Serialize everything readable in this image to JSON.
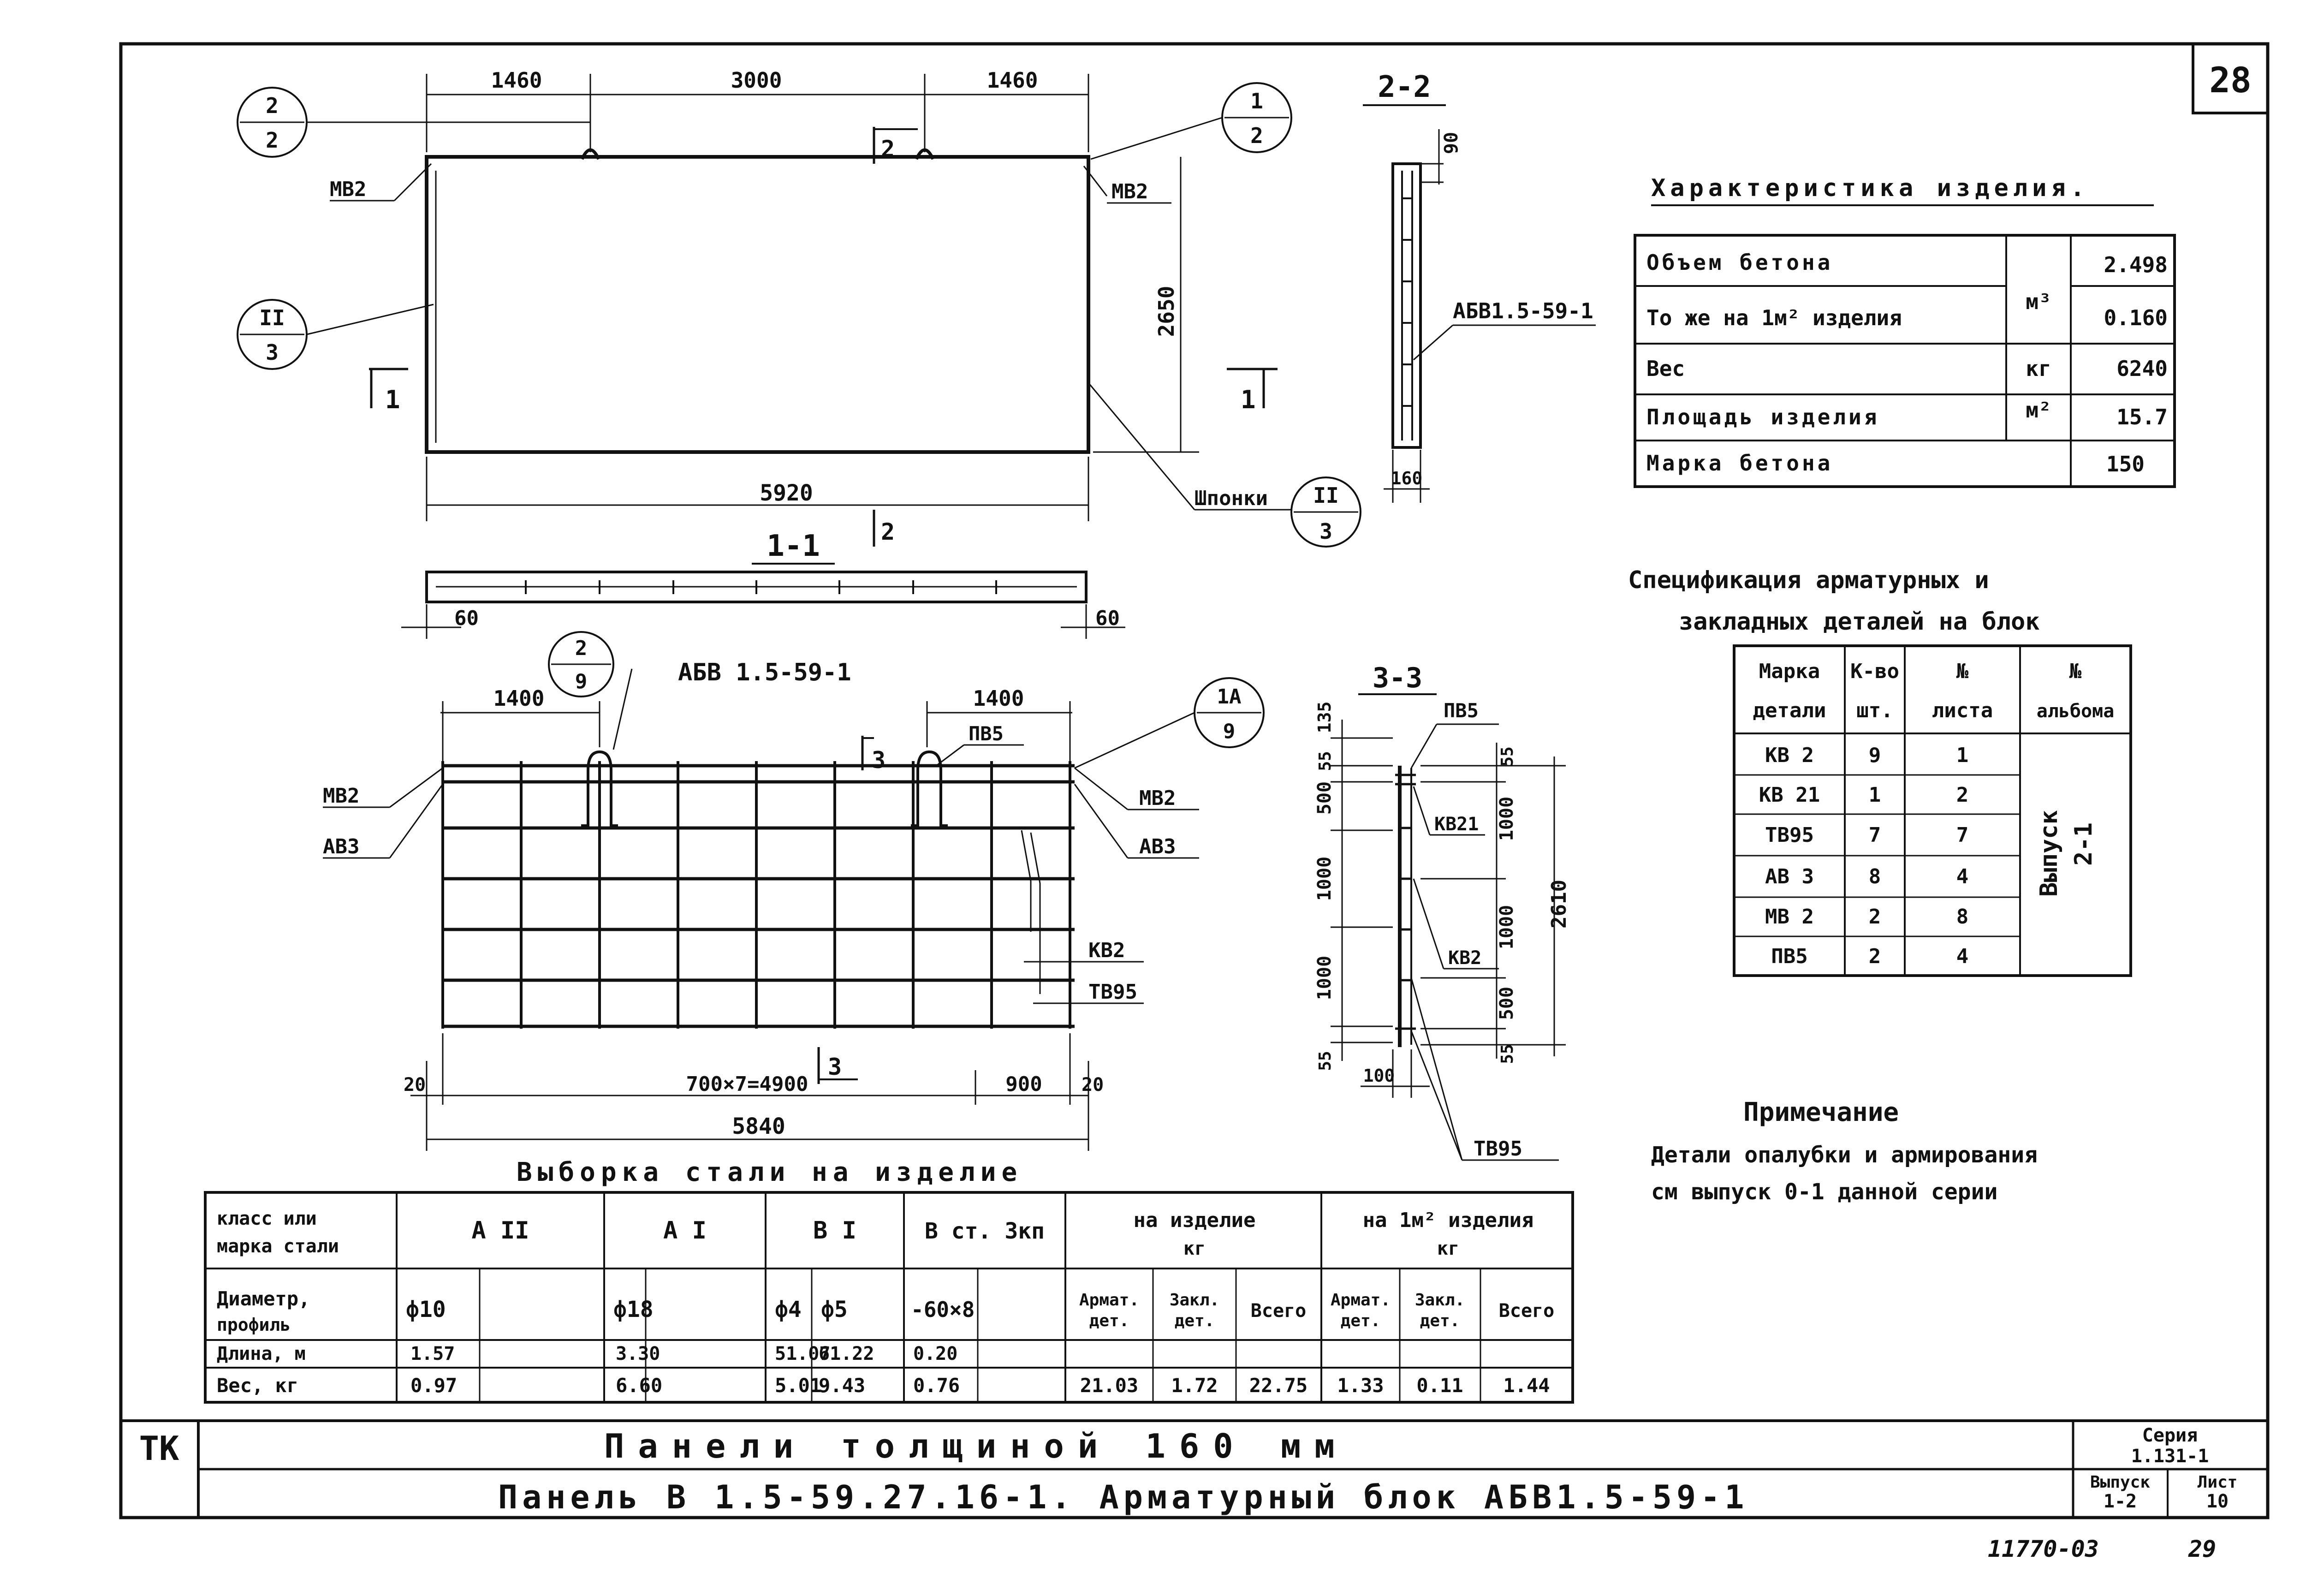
{
  "sheet": {
    "number": "28",
    "frame_code": "ТК",
    "title_top": "Панели толщиной 160 мм",
    "title_bottom": "Панель В 1.5-59.27.16-1.   Арматурный блок АБВ1.5-59-1",
    "series_label": "Серия",
    "series_value": "1.131-1",
    "issue_label": "Выпуск",
    "issue_value": "1-2",
    "sheet_label": "Лист",
    "sheet_value": "10",
    "archive_number": "11770-03",
    "page_number": "29"
  },
  "panel_view": {
    "dims_top": [
      "1460",
      "3000",
      "1460"
    ],
    "dim_bottom": "5920",
    "dim_height": "2650",
    "label_mb2": "МВ2",
    "label_keys": "Шпонки",
    "section_mark": "1",
    "section2_mark": "2",
    "callout_left_top": "2",
    "callout_left_bot": "2",
    "callout_right_top": "1",
    "callout_right_bot": "2",
    "callout_side_top": "II",
    "callout_side_bot": "3",
    "callout_keys_top": "II",
    "callout_keys_bot": "3"
  },
  "section_1_1": {
    "title": "1-1",
    "dim_left": "60",
    "dim_right": "60"
  },
  "section_2_2": {
    "title": "2-2",
    "dim_top": "90",
    "dim_bottom": "160",
    "label_block": "АБВ1.5-59-1"
  },
  "block_view": {
    "title": "АБВ 1.5-59-1",
    "dim_left": "1400",
    "dim_right": "1400",
    "dim_chain": "700×7=4900",
    "dim_end": "900",
    "dim_edge_left": "20",
    "dim_edge_right": "20",
    "dim_total": "5840",
    "label_pv5": "ПВ5",
    "label_mb2": "МВ2",
    "label_ab3": "АВ3",
    "label_kb2": "КВ2",
    "label_tb95": "ТВ95",
    "section3_mark": "3",
    "callout_left_top": "2",
    "callout_left_bot": "9",
    "callout_right_top": "1А",
    "callout_right_bot": "9"
  },
  "section_3_3": {
    "title": "3-3",
    "dims_left": [
      "135",
      "55",
      "500",
      "1000",
      "1000",
      "55"
    ],
    "dims_right": [
      "55",
      "1000",
      "1000",
      "500",
      "55"
    ],
    "dim_total": "2610",
    "dim_width": "100",
    "label_pv5": "ПВ5",
    "label_kb21": "КВ21",
    "label_kb2": "КВ2",
    "label_tb95": "ТВ95"
  },
  "characteristics": {
    "title": "Характеристика изделия.",
    "rows": [
      {
        "name": "Объем бетона",
        "unit": "",
        "value": "2.498"
      },
      {
        "name": "То же на 1м² изделия",
        "unit": "м³",
        "value": "0.160"
      },
      {
        "name": "Вес",
        "unit": "кг",
        "value": "6240"
      },
      {
        "name": "Площадь изделия",
        "unit": "м²",
        "value": "15.7"
      },
      {
        "name": "Марка бетона",
        "unit": "",
        "value": "150"
      }
    ]
  },
  "spec": {
    "title_line1": "Спецификация арматурных и",
    "title_line2": "закладных деталей на блок",
    "headers": [
      [
        "Марка",
        "детали"
      ],
      [
        "К-во",
        "шт."
      ],
      [
        "№",
        "листа"
      ],
      [
        "№",
        "альбома"
      ]
    ],
    "rows": [
      [
        "КВ 2",
        "9",
        "1"
      ],
      [
        "КВ 21",
        "1",
        "2"
      ],
      [
        "ТВ95",
        "7",
        "7"
      ],
      [
        "АВ 3",
        "8",
        "4"
      ],
      [
        "МВ 2",
        "2",
        "8"
      ],
      [
        "ПВ5",
        "2",
        "4"
      ]
    ],
    "album_line1": "Выпуск",
    "album_line2": "2-1"
  },
  "note": {
    "title": "Примечание",
    "line1": "Детали опалубки и армирования",
    "line2": "см выпуск 0-1 данной серии"
  },
  "steel": {
    "title": "Выборка стали на изделие",
    "class_header": [
      "класс или",
      "марка стали"
    ],
    "groups": [
      "А II",
      "А I",
      "В I",
      "В ст. 3кп"
    ],
    "on_product": [
      "на изделие",
      "кг"
    ],
    "per_m2": [
      "на 1м² изделия",
      "кг"
    ],
    "row_diam_label": [
      "Диаметр,",
      "профиль"
    ],
    "diameters": [
      "ф10",
      "",
      "ф18",
      "",
      "ф4",
      "ф5",
      "-60×8"
    ],
    "sub_headers": [
      [
        "Армат.",
        "дет."
      ],
      [
        "Закл.",
        "дет."
      ],
      [
        "Всего",
        ""
      ],
      [
        "Армат.",
        "дет."
      ],
      [
        "Закл.",
        "дет."
      ],
      [
        "Всего",
        ""
      ]
    ],
    "row_len_label": "Длина, м",
    "lengths": [
      "1.57",
      "",
      "3.30",
      "",
      "51.07",
      "61.22",
      "0.20"
    ],
    "row_wt_label": "Вес, кг",
    "weights": [
      "0.97",
      "",
      "6.60",
      "",
      "5.01",
      "9.43",
      "0.76"
    ],
    "totals": [
      "21.03",
      "1.72",
      "22.75",
      "1.33",
      "0.11",
      "1.44"
    ]
  }
}
